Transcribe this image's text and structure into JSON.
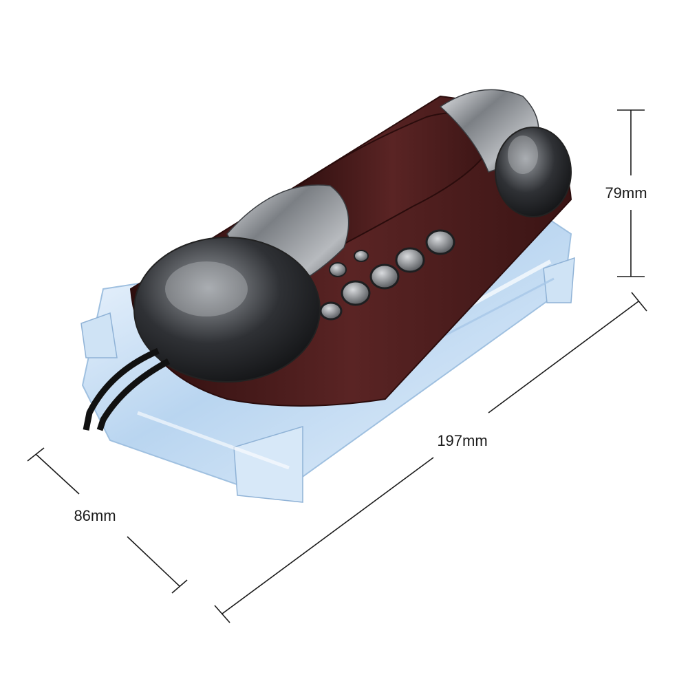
{
  "product": {
    "name": "",
    "icon": "telephone-photo",
    "colors": {
      "wood": "#4a1c1c",
      "chrome": "#8a8e93",
      "acrylic": "#cfe3f5",
      "cord": "#111111"
    }
  },
  "dimensions": {
    "height": {
      "label": "79mm",
      "value": 79,
      "unit": "mm"
    },
    "length": {
      "label": "197mm",
      "value": 197,
      "unit": "mm"
    },
    "depth": {
      "label": "86mm",
      "value": 86,
      "unit": "mm"
    }
  }
}
